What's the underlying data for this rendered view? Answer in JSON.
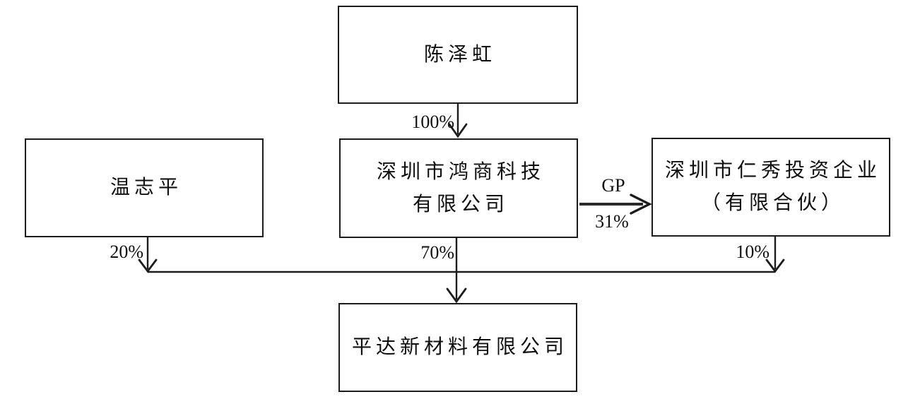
{
  "diagram": {
    "type": "equity-ownership-structure",
    "background": "#ffffff",
    "colors": {
      "line": "#1c1c1c",
      "text": "#101010",
      "box_border": "#1c1c1c"
    },
    "nodes": {
      "chen_zehong": {
        "label": "陈泽虹"
      },
      "wen_zhiping": {
        "label": "温志平"
      },
      "hongshang": {
        "line1": "深圳市鸿商科技",
        "line2": "有限公司"
      },
      "renxiu": {
        "line1": "深圳市仁秀投资企业",
        "line2": "（有限合伙）"
      },
      "pingda": {
        "label": "平达新材料有限公司"
      }
    },
    "edges": {
      "chen_to_hongshang": {
        "label": "100%"
      },
      "hongshang_to_renxiu": {
        "role": "GP",
        "percent": "31%"
      },
      "wen_to_pingda": {
        "label": "20%"
      },
      "hongshang_to_pingda": {
        "label": "70%"
      },
      "renxiu_to_pingda": {
        "label": "10%"
      }
    }
  }
}
